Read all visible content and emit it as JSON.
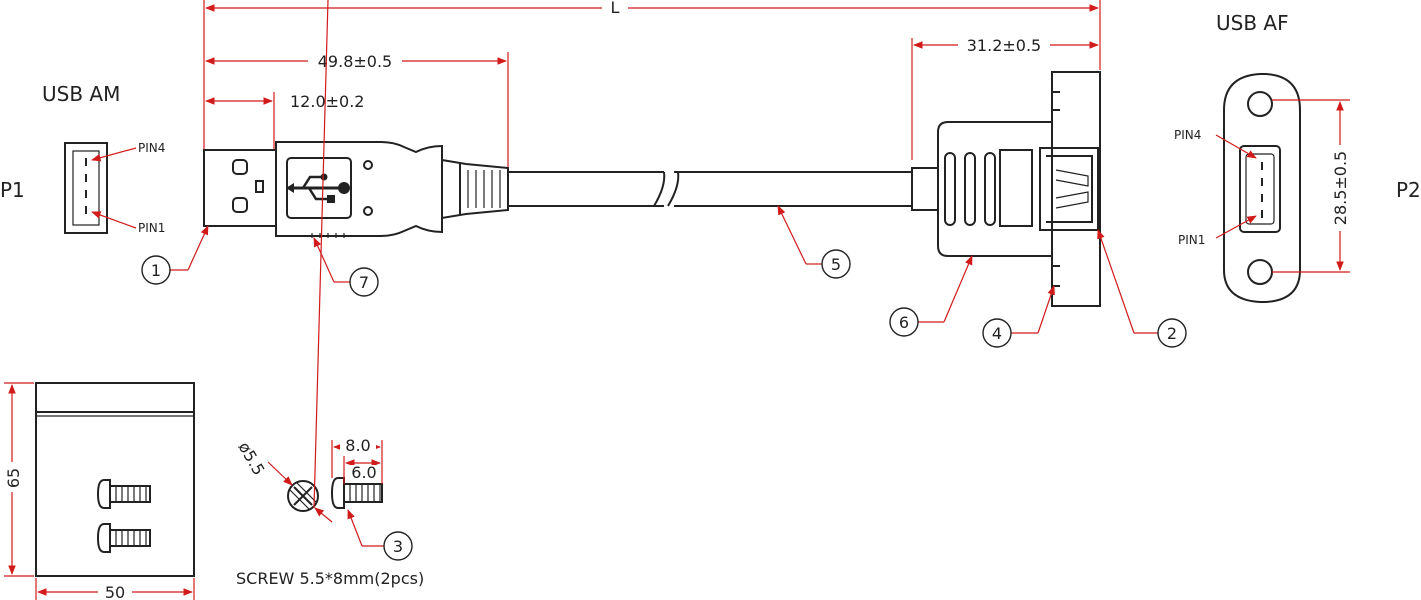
{
  "labels": {
    "usb_am": "USB  AM",
    "usb_af": "USB  AF",
    "p1": "P1",
    "p2": "P2",
    "pin4": "PIN4",
    "pin1": "PIN1"
  },
  "dimensions": {
    "overall_length": "L",
    "plug_length": "49.8±0.5",
    "plug_tip": "12.0±0.2",
    "panel_length": "31.2±0.5",
    "hole_spacing": "28.5±0.5",
    "bag_height": "65",
    "bag_width": "50",
    "screw_diameter": "ø5.5",
    "screw_total": "8.0",
    "screw_thread": "6.0"
  },
  "screw_note": "SCREW 5.5*8mm(2pcs)",
  "callouts": [
    "1",
    "2",
    "3",
    "4",
    "5",
    "6",
    "7"
  ],
  "colors": {
    "line": "#222222",
    "dimension": "#d11a1a"
  },
  "icons": [
    "usb-trident-icon",
    "screw-head-icon"
  ]
}
